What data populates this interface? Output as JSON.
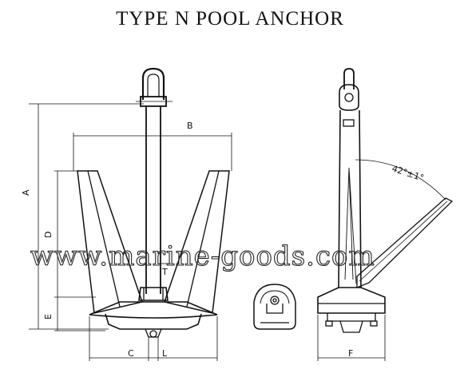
{
  "title": "TYPE N POOL ANCHOR",
  "dimensions": {
    "a": "A",
    "b": "B",
    "c": "C",
    "d": "D",
    "e": "E",
    "f": "F",
    "l": "L",
    "t": "T"
  },
  "angle_label": "42°±1°",
  "watermark": "www.marine-goods.com",
  "colors": {
    "ink": "#111111",
    "paper": "#ffffff"
  }
}
